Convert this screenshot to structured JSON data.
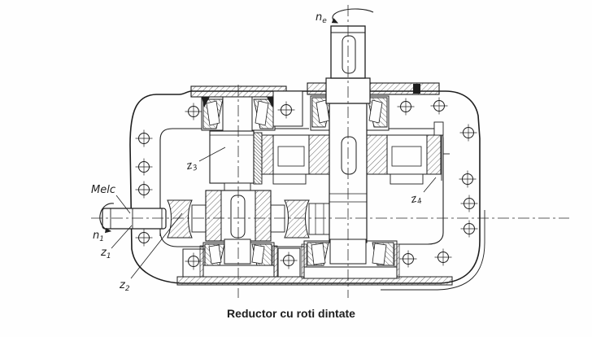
{
  "figure": {
    "type": "technical-drawing",
    "caption": "Reductor cu roti dintate",
    "labels": {
      "worm": {
        "text": "Melc"
      },
      "input_speed": {
        "base": "n",
        "sub": "1"
      },
      "output_speed": {
        "base": "n",
        "sub": "e"
      },
      "z1": {
        "base": "z",
        "sub": "1"
      },
      "z2": {
        "base": "z",
        "sub": "2"
      },
      "z3": {
        "base": "z",
        "sub": "3"
      },
      "z4": {
        "base": "z",
        "sub": "4"
      }
    },
    "colors": {
      "ink": "#1e1e1e",
      "paper": "#fefefe"
    }
  }
}
